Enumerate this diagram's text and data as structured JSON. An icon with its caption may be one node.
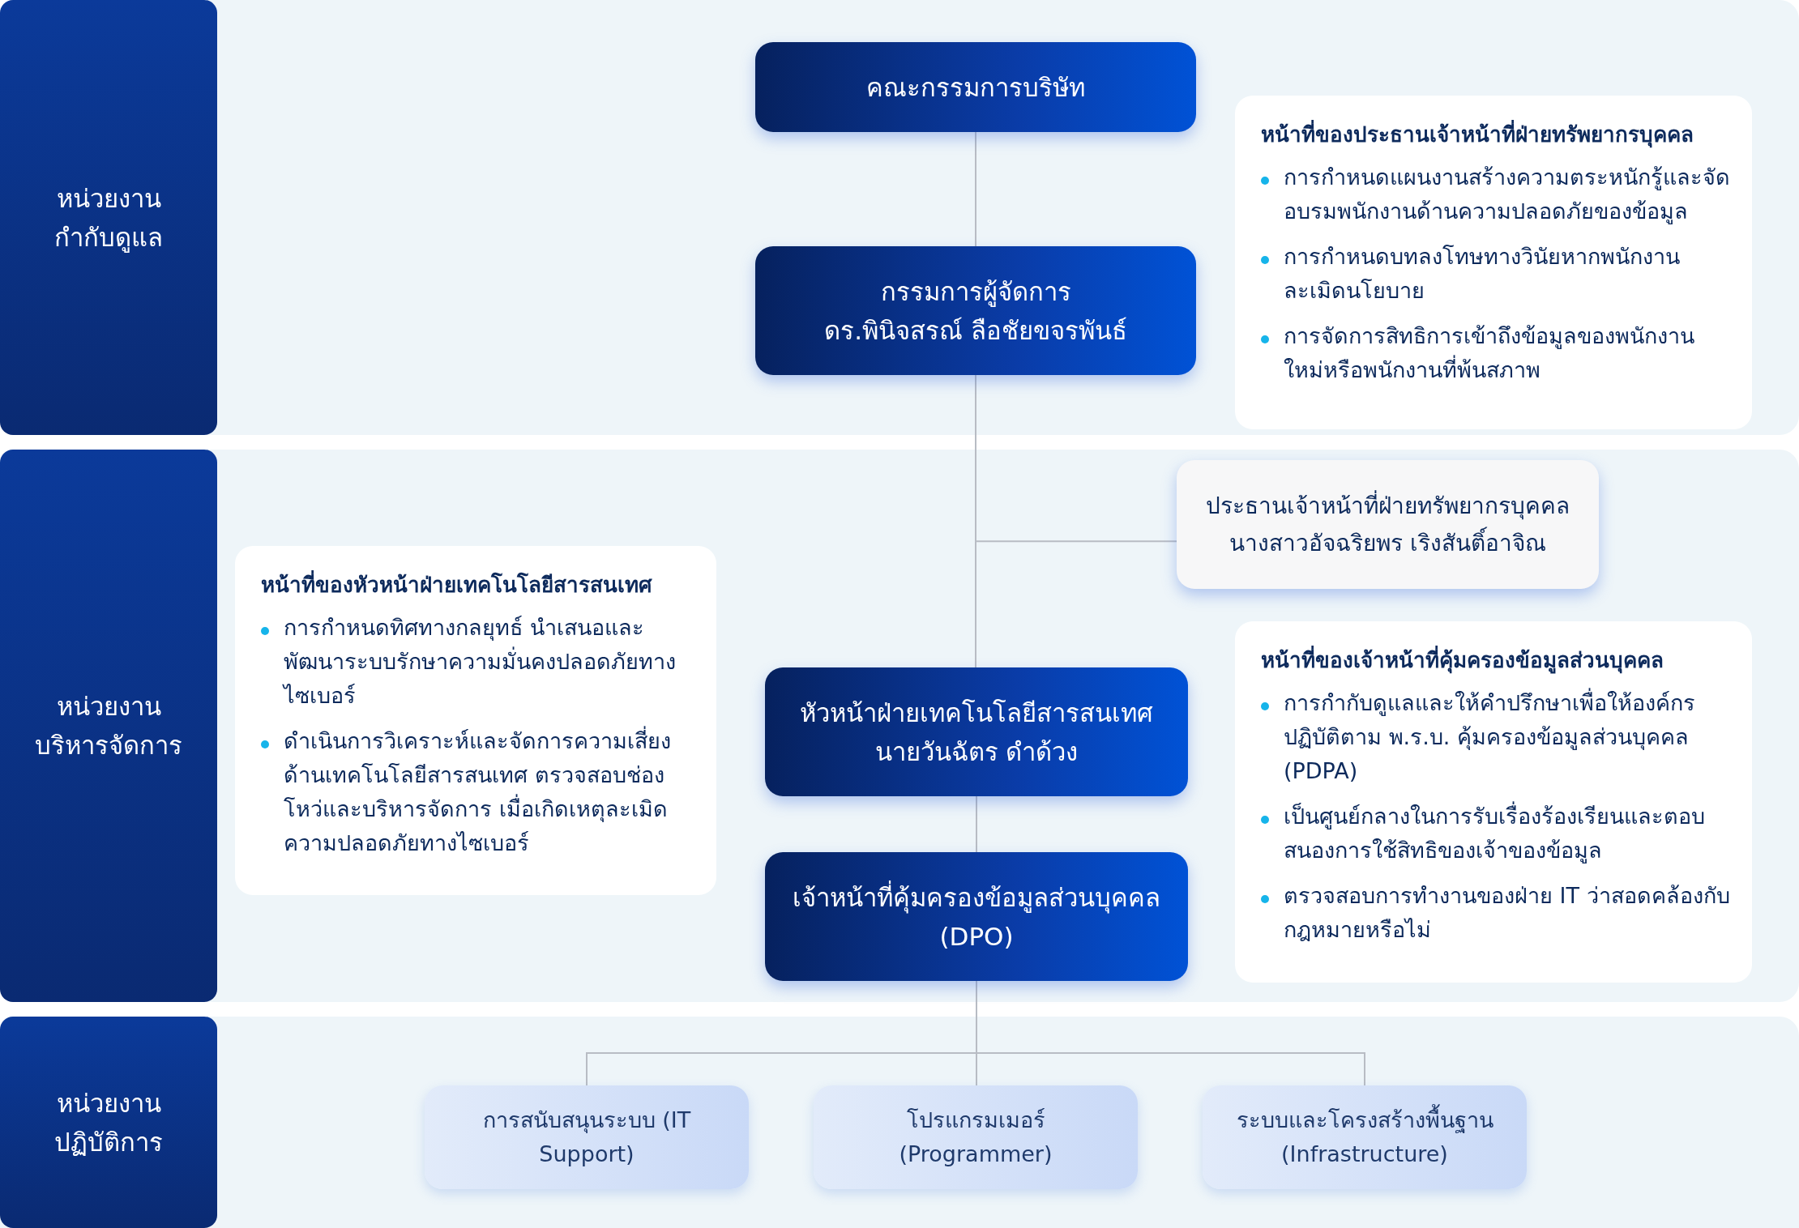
{
  "diagram": {
    "nodes": [
      {
        "text": [
          "หน่วยงานกำกับดูแล"
        ]
      },
      {
        "text": [
          "คณะกรรมการบริษัท"
        ],
        "in": 0
      },
      {
        "text": [
          "กรรมการผู้จัดการ",
          "ดร.พินิจสรณ์ ลือชัยขจรพันธ์"
        ],
        "in": 0
      },
      {
        "text": [
          "หน้าที่ของประธานเจ้าหน้าที่ฝ่ายทรัพยากรบุคคล",
          "การกำหนดแผนงานสร้างความตระหนักรู้และจัดอบรมพนักงานด้านความปลอดภัยของข้อมูล",
          "การกำหนดบทลงโทษทางวินัยหากพนักงานละเมิดนโยบาย",
          "การจัดการสิทธิการเข้าถึงข้อมูลของพนักงานใหม่หรือพนักงานที่พ้นสภาพ"
        ],
        "in": 0
      },
      {
        "text": [
          "หน่วยงานบริหารจัดการ"
        ]
      },
      {
        "text": [
          "ประธานเจ้าหน้าที่ฝ่ายทรัพยากรบุคคล",
          "นางสาวอัจฉริยพร เริงสันติ์อาจิณ"
        ],
        "in": 4
      },
      {
        "text": [
          "หน้าที่ของหัวหน้าฝ่ายเทคโนโลยีสารสนเทศ",
          "การกำหนดทิศทางกลยุทธ์ นำเสนอและพัฒนาระบบรักษาความมั่นคงปลอดภัยทางไซเบอร์",
          "ดำเนินการวิเคราะห์และจัดการความเสี่ยงด้านเทคโนโลยีสารสนเทศ ตรวจสอบช่องโหว่และบริหารจัดการ เมื่อเกิดเหตุละเมิดความปลอดภัยทางไซเบอร์"
        ],
        "in": 4
      },
      {
        "text": [
          "หัวหน้าฝ่ายเทคโนโลยีสารสนเทศ",
          "นายวันฉัตร ดำด้วง"
        ],
        "in": 4
      },
      {
        "text": [
          "เจ้าหน้าที่คุ้มครองข้อมูลส่วนบุคคล (DPO)"
        ],
        "in": 4
      },
      {
        "text": [
          "หน้าที่ของเจ้าหน้าที่คุ้มครองข้อมูลส่วนบุคคล",
          "การกำกับดูแลและให้คำปรึกษาเพื่อให้องค์กรปฏิบัติตาม พ.ร.บ. คุ้มครองข้อมูลส่วนบุคคล (PDPA)",
          "เป็นศูนย์กลางในการรับเรื่องร้องเรียนและตอบสนองการใช้สิทธิของเจ้าของข้อมูล",
          "ตรวจสอบการทำงานของฝ่าย IT ว่าสอดคล้องกับกฎหมายหรือไม่"
        ],
        "in": 4
      },
      {
        "text": [
          "หน่วยงานปฏิบัติการ"
        ]
      },
      {
        "text": [
          "การสนับสนุนระบบ (IT Support)"
        ],
        "in": 10
      },
      {
        "text": [
          "โปรแกรมเมอร์ (Programmer)"
        ],
        "in": 10
      },
      {
        "text": [
          "ระบบและโครงสร้างพื้นฐาน (Infrastructure)"
        ],
        "in": 10
      }
    ],
    "edges": [
      {
        "from": 1,
        "to": 2,
        "arrow": "none"
      },
      {
        "from": 2,
        "to": 5,
        "arrow": "none"
      },
      {
        "from": 2,
        "to": 7,
        "arrow": "none"
      },
      {
        "from": 7,
        "to": 8,
        "arrow": "none"
      },
      {
        "from": 8,
        "to": 11,
        "arrow": "none"
      },
      {
        "from": 8,
        "to": 12,
        "arrow": "none"
      },
      {
        "from": 8,
        "to": 13,
        "arrow": "none"
      }
    ]
  }
}
